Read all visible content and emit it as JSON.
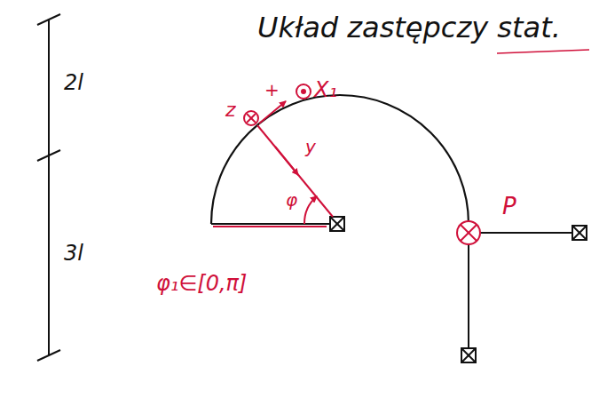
{
  "diagram": {
    "title": "Układ zastępczy stat.",
    "labels": [
      "2l",
      "3l",
      "+",
      "X₁",
      "z",
      "y",
      "φ",
      "P",
      "φ₁∈[0,π]"
    ]
  }
}
